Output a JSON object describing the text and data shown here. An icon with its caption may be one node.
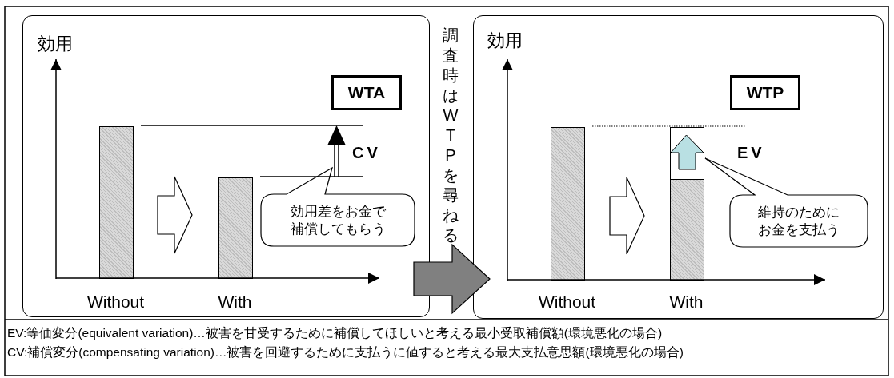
{
  "diagram": {
    "nodes": [
      {
        "text": [],
        "shape": "box"
      },
      {
        "text": [
          "WTA"
        ],
        "in": 0
      },
      {
        "text": [],
        "shape": "bar",
        "in": 0,
        "beside": [
          "Without"
        ]
      },
      {
        "text": [],
        "shape": "bar",
        "in": 0,
        "beside": [
          "With"
        ]
      },
      {
        "text": [
          "効用差をお金で補償してもらう"
        ],
        "in": 0
      },
      {
        "text": [],
        "shape": "box"
      },
      {
        "text": [
          "WTP"
        ],
        "in": 5
      },
      {
        "text": [],
        "shape": "bar",
        "in": 5,
        "beside": [
          "Without"
        ]
      },
      {
        "text": [],
        "shape": "bar",
        "in": 5,
        "beside": [
          "With"
        ]
      },
      {
        "text": [
          "維持のためにお金を支払う"
        ],
        "in": 5
      }
    ],
    "edges": [
      {
        "from": 2,
        "to": 3,
        "arrow": "to"
      },
      {
        "from": 0,
        "to": 5,
        "arrow": "to",
        "color": "#808080"
      },
      {
        "from": 7,
        "to": 8,
        "arrow": "to"
      }
    ],
    "labels": [
      "効用",
      "CV",
      "調査時はWTPを尋ねる",
      "効用",
      "EV",
      "EV:等価変分(equivalent variation)…被害を甘受するために補償してほしいと考える最小受取補償額(環境悪化の場合)",
      "CV:補償変分(compensating variation)…被害を回避するために支払うに値すると考える最大支払意思額(環境悪化の場合)"
    ]
  }
}
